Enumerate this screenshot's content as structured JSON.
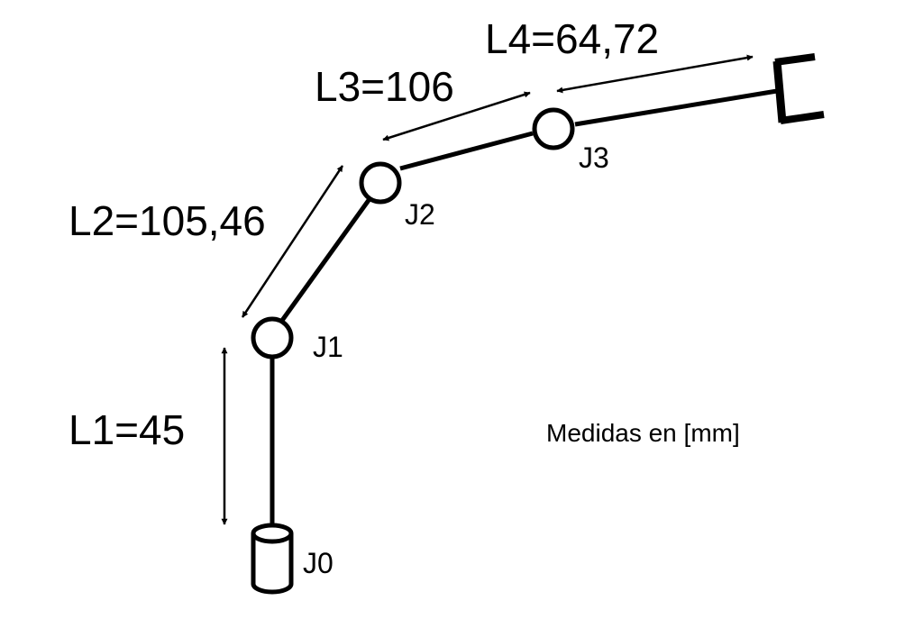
{
  "diagram": {
    "links": {
      "l1": "L1=45",
      "l2": "L2=105,46",
      "l3": "L3=106",
      "l4": "L4=64,72"
    },
    "joints": {
      "j0": "J0",
      "j1": "J1",
      "j2": "J2",
      "j3": "J3"
    },
    "units_note": "Medidas en [mm]"
  }
}
